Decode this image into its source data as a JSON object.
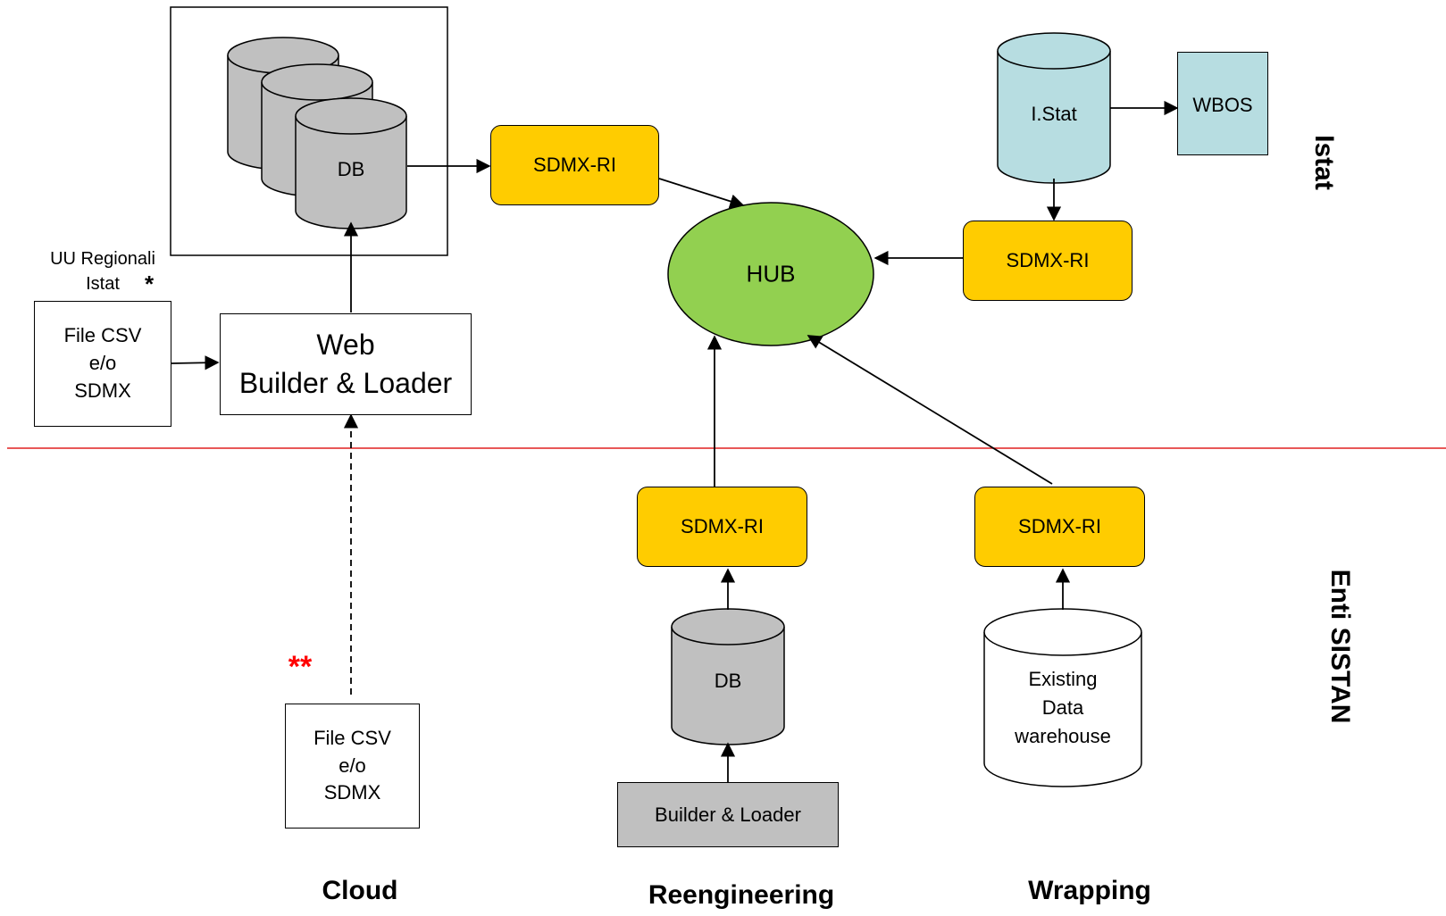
{
  "diagram": {
    "nodes": {
      "db_regional": "DB",
      "sdmx_ri_top": "SDMX-RI",
      "hub": "HUB",
      "istat_db": "I.Stat",
      "wbos": "WBOS",
      "sdmx_ri_istat": "SDMX-RI",
      "uu_regionali_line1": "UU Regionali",
      "uu_regionali_line2": "Istat",
      "uu_star": "*",
      "file_csv_top": [
        "File CSV",
        "e/o",
        "SDMX"
      ],
      "web_builder": [
        "Web",
        "Builder & Loader"
      ],
      "sdmx_ri_reeng": "SDMX-RI",
      "sdmx_ri_wrap": "SDMX-RI",
      "db_reeng": "DB",
      "builder_loader": "Builder & Loader",
      "existing_dw": [
        "Existing",
        "Data",
        "warehouse"
      ],
      "file_csv_bottom": [
        "File CSV",
        "e/o",
        "SDMX"
      ],
      "double_star": "**"
    },
    "labels": {
      "cloud": "Cloud",
      "reengineering": "Reengineering",
      "wrapping": "Wrapping",
      "istat": "Istat",
      "enti_sistan": "Enti SISTAN"
    },
    "colors": {
      "sdmx_fill": "#ffcc00",
      "hub_fill": "#92d050",
      "istat_fill": "#b7dde1",
      "db_fill": "#c0c0c0",
      "builder_fill": "#c0c0c0",
      "divider": "#e02020",
      "star_red": "#ff0000"
    }
  }
}
